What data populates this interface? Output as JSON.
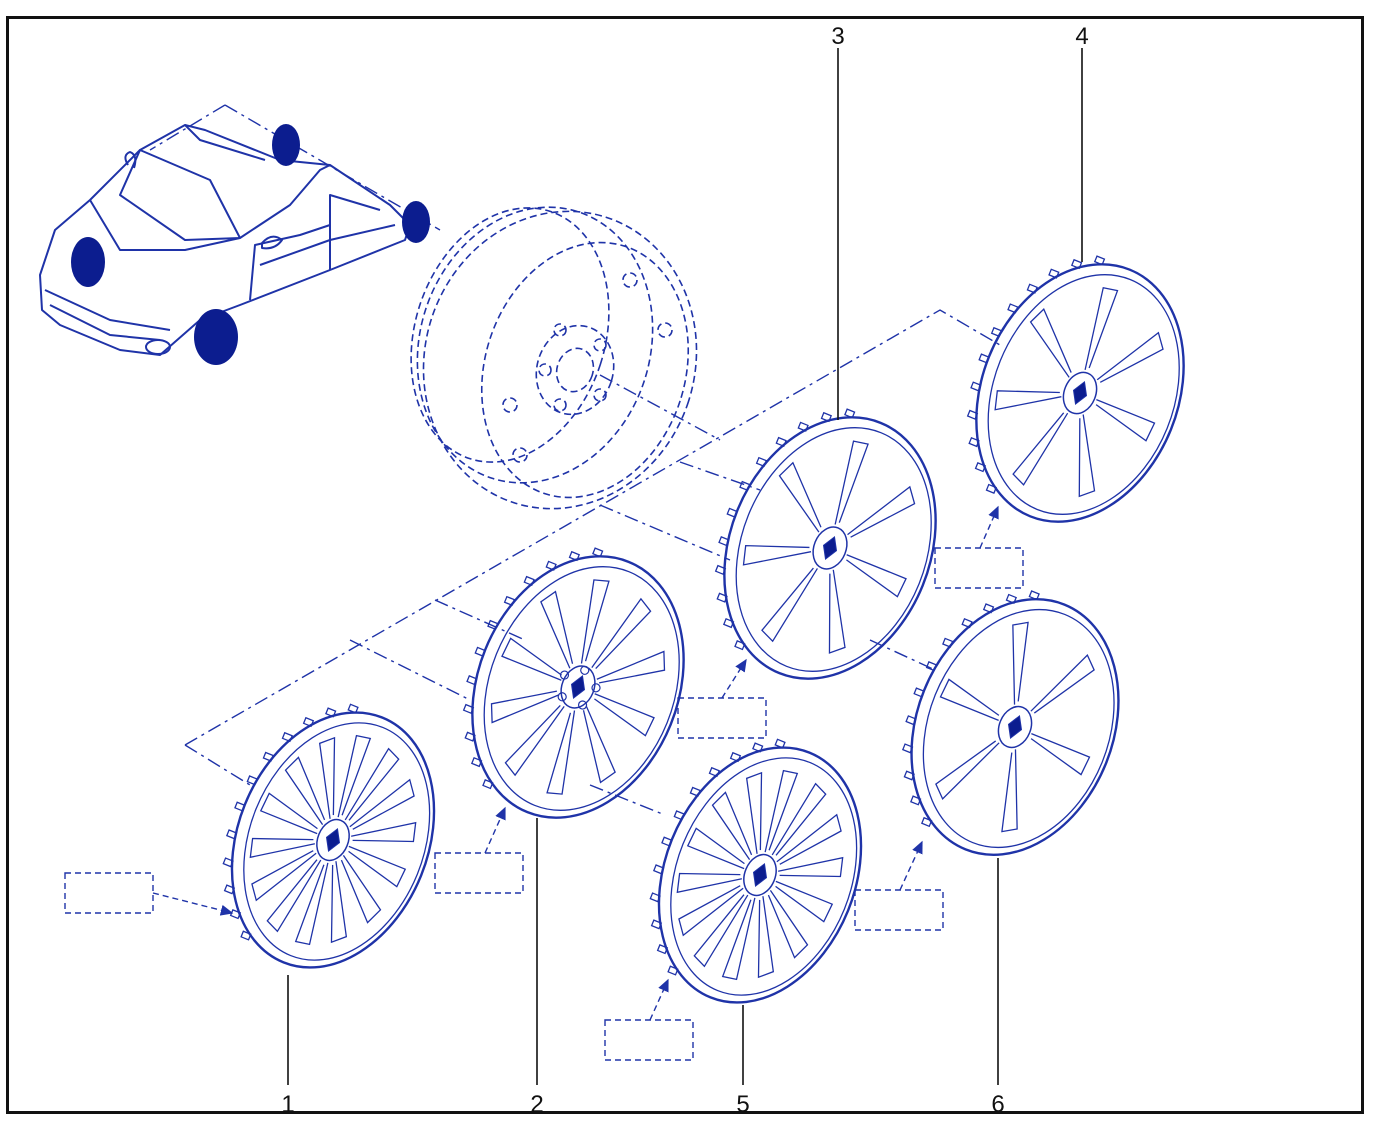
{
  "diagram": {
    "callouts": [
      {
        "id": "1",
        "label": "1"
      },
      {
        "id": "2",
        "label": "2"
      },
      {
        "id": "3",
        "label": "3"
      },
      {
        "id": "4",
        "label": "4"
      },
      {
        "id": "5",
        "label": "5"
      },
      {
        "id": "6",
        "label": "6"
      }
    ]
  },
  "colors": {
    "line": "#1f33a8",
    "fill_accent": "#0c1d8f",
    "frame": "#111111",
    "callout": "#111111"
  },
  "icons": {
    "vehicle": "car-icon",
    "rim": "steel-rim-icon",
    "hubcap": "hubcap-icon",
    "label_box": "placeholder-box-icon"
  }
}
